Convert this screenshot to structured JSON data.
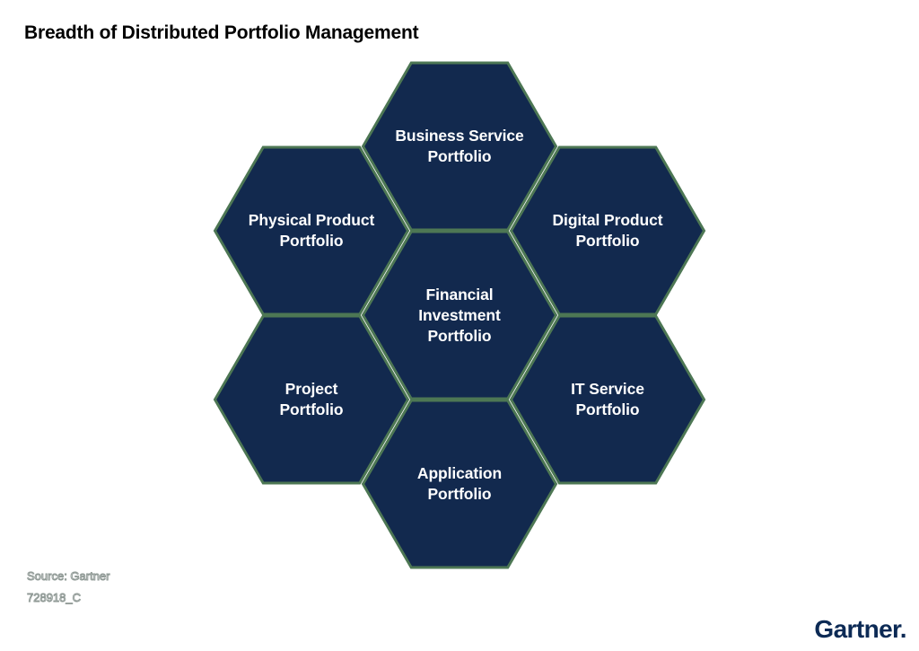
{
  "title": "Breadth of Distributed Portfolio Management",
  "hexagons": [
    {
      "id": "business-service",
      "label": "Business Service Portfolio",
      "lines": [
        "Business Service",
        "Portfolio"
      ]
    },
    {
      "id": "physical-product",
      "label": "Physical Product Portfolio",
      "lines": [
        "Physical Product",
        "Portfolio"
      ]
    },
    {
      "id": "digital-product",
      "label": "Digital Product Portfolio",
      "lines": [
        "Digital Product",
        "Portfolio"
      ]
    },
    {
      "id": "financial-investment",
      "label": "Financial Investment Portfolio",
      "lines": [
        "Financial",
        "Investment",
        "Portfolio"
      ]
    },
    {
      "id": "project",
      "label": "Project Portfolio",
      "lines": [
        "Project",
        "Portfolio"
      ]
    },
    {
      "id": "it-service",
      "label": "IT Service Portfolio",
      "lines": [
        "IT Service",
        "Portfolio"
      ]
    },
    {
      "id": "application",
      "label": "Application Portfolio",
      "lines": [
        "Application",
        "Portfolio"
      ]
    }
  ],
  "footer": {
    "source": "Source: Gartner",
    "figure_id": "728918_C"
  },
  "brand": {
    "logo_text": "Gartner."
  },
  "colors": {
    "background": "#ffffff",
    "hexagon_fill": "#12294e",
    "hexagon_gap_green": "#4d7754",
    "title_text": "#000000",
    "label_text": "#ffffff",
    "logo_navy": "#0c2a55"
  }
}
